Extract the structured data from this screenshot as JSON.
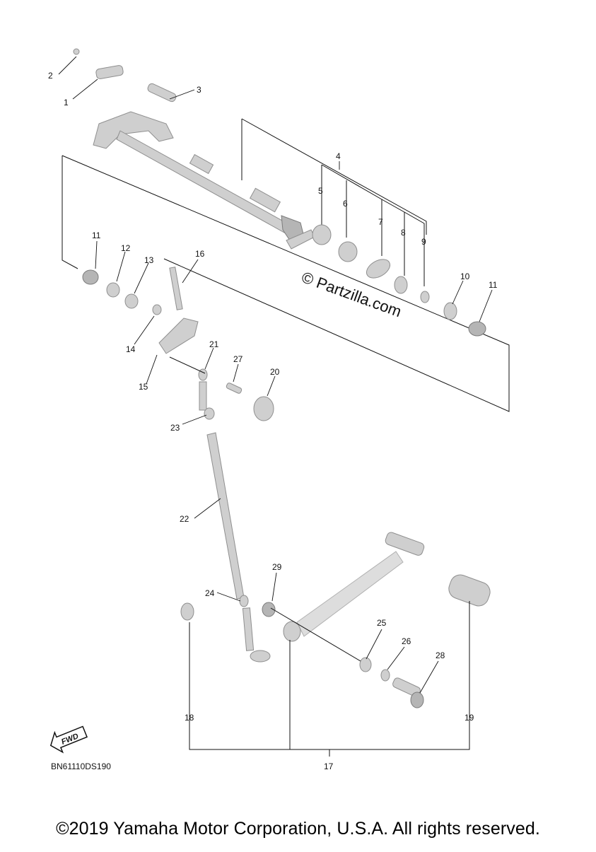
{
  "diagram_code": "BN61110DS190",
  "watermark": "© Partzilla.com",
  "fwd_label": "FWD",
  "copyright": "©2019 Yamaha Motor Corporation, U.S.A. All rights reserved.",
  "callouts": [
    {
      "num": "1"
    },
    {
      "num": "2"
    },
    {
      "num": "3"
    },
    {
      "num": "4"
    },
    {
      "num": "5"
    },
    {
      "num": "6"
    },
    {
      "num": "7"
    },
    {
      "num": "8"
    },
    {
      "num": "9"
    },
    {
      "num": "10"
    },
    {
      "num": "11"
    },
    {
      "num": "11"
    },
    {
      "num": "12"
    },
    {
      "num": "13"
    },
    {
      "num": "14"
    },
    {
      "num": "15"
    },
    {
      "num": "16"
    },
    {
      "num": "17"
    },
    {
      "num": "18"
    },
    {
      "num": "19"
    },
    {
      "num": "20"
    },
    {
      "num": "21"
    },
    {
      "num": "22"
    },
    {
      "num": "23"
    },
    {
      "num": "24"
    },
    {
      "num": "25"
    },
    {
      "num": "26"
    },
    {
      "num": "27"
    },
    {
      "num": "28"
    },
    {
      "num": "29"
    }
  ],
  "colors": {
    "ink": "#111111",
    "part_fill": "#cfcfcf",
    "part_stroke": "#8f8f8f",
    "watermark": "#111111"
  }
}
